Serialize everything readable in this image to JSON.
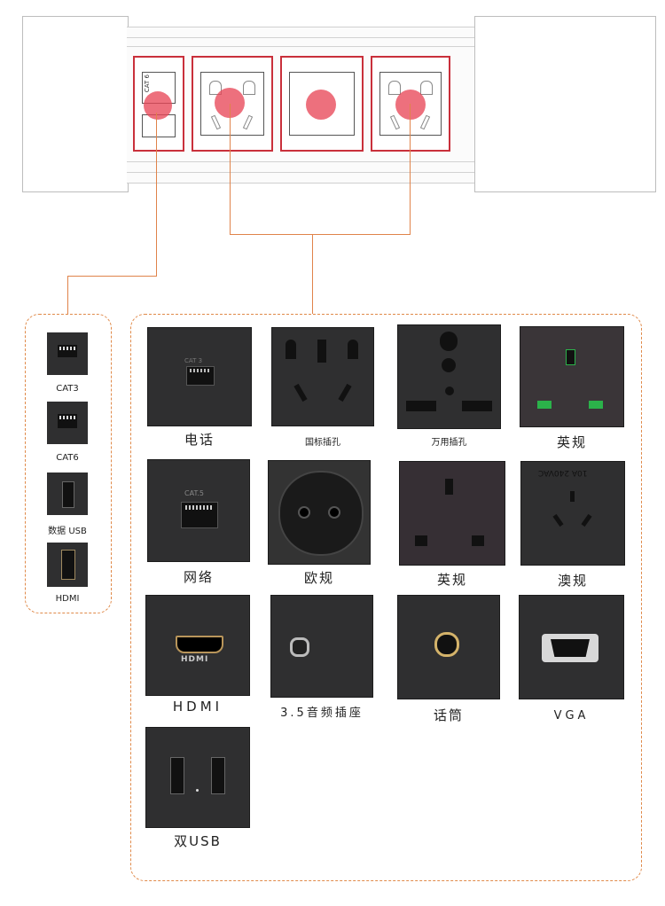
{
  "top_strip": {
    "module_label": "CAT 6"
  },
  "left_panel": {
    "items": [
      {
        "label": "CAT3"
      },
      {
        "label": "CAT6"
      },
      {
        "label": "数据 USB"
      },
      {
        "label": "HDMI"
      }
    ]
  },
  "main_panel": {
    "tiles": [
      {
        "label": "电话",
        "sub": "CAT 3"
      },
      {
        "label": "国标插孔"
      },
      {
        "label": "万用插孔"
      },
      {
        "label": "英规"
      },
      {
        "label": "网络",
        "sub": "CAT.5"
      },
      {
        "label": "欧规"
      },
      {
        "label": "英规"
      },
      {
        "label": "澳规",
        "sub": "10A 240VAC"
      },
      {
        "label": "HDMI",
        "sub": "HDMI"
      },
      {
        "label": "3.5音频插座"
      },
      {
        "label": "话筒"
      },
      {
        "label": "VGA"
      },
      {
        "label": "双USB"
      }
    ]
  },
  "colors": {
    "dashed_border": "#e08a4a",
    "module_border": "#c9303b",
    "highlight_dot": "#e84858",
    "tile_dark": "#2f2f30"
  }
}
